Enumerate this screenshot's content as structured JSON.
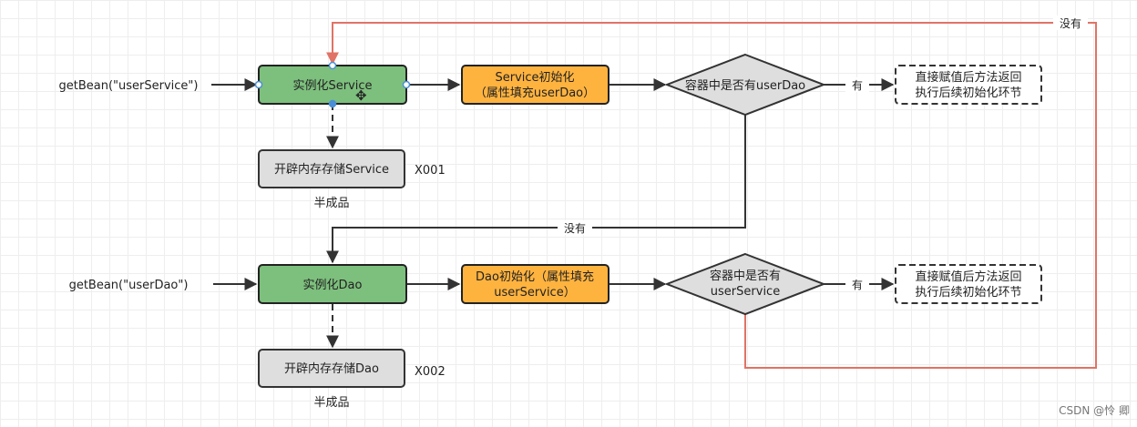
{
  "rows": [
    {
      "caller": "getBean(\"userService\")",
      "instantiate": "实例化Service",
      "init": [
        "Service初始化",
        "（属性填充userDao）"
      ],
      "decision": [
        "容器中是否有userDao"
      ],
      "yes_label": "有",
      "result": [
        "直接赋值后方法返回",
        "执行后续初始化环节"
      ],
      "alloc": "开辟内存存储Service",
      "addr": "X001",
      "half": "半成品"
    },
    {
      "caller": "getBean(\"userDao\")",
      "instantiate": "实例化Dao",
      "init": [
        "Dao初始化（属性填充",
        "userService）"
      ],
      "decision": [
        "容器中是否有",
        "userService"
      ],
      "yes_label": "有",
      "result": [
        "直接赋值后方法返回",
        "执行后续初始化环节"
      ],
      "alloc": "开辟内存存储Dao",
      "addr": "X002",
      "half": "半成品"
    }
  ],
  "no_label_middle": "没有",
  "no_label_top": "没有",
  "watermark": "CSDN @怜 卿",
  "colors": {
    "green": "#7dbf7d",
    "orange": "#ffb33f",
    "gray": "#dedede",
    "red_line": "#e07365",
    "line": "#333333"
  }
}
